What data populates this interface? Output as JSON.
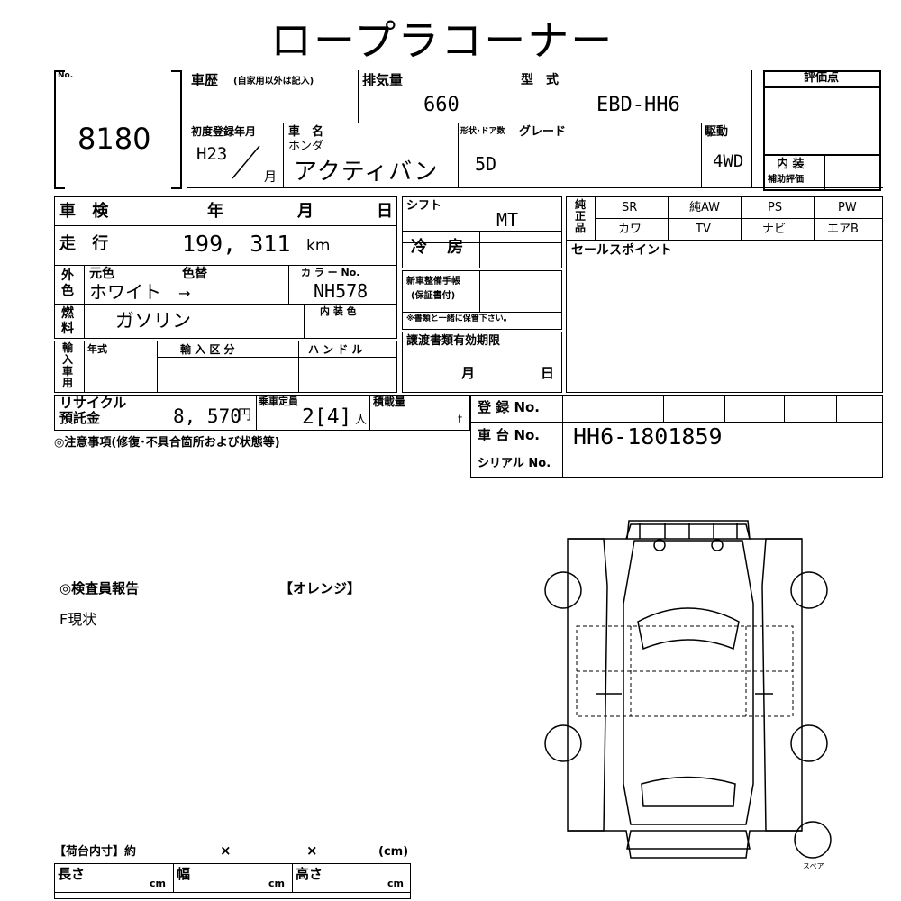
{
  "title": "ロープラコーナー",
  "lot_no_label": "No.",
  "lot_no": "8180",
  "history_label": "車歴",
  "history_note": "(自家用以外は記入)",
  "displacement_label": "排気量",
  "displacement": "660",
  "model_label": "型　式",
  "model": "EBD-HH6",
  "score_label": "評価点",
  "interior_label": "内 装",
  "aux_label": "補助評価",
  "first_reg_label": "初度登録年月",
  "first_reg_year": "H23",
  "first_reg_month_unit": "月",
  "car_name_label": "車　名",
  "maker": "ホンダ",
  "car_name": "アクティバン",
  "body_label": "形状･ドア数",
  "doors": "5D",
  "grade_label": "グレード",
  "drive_label": "駆動",
  "drive": "4WD",
  "inspection_label": "車 検",
  "year_unit": "年",
  "month_unit": "月",
  "day_unit": "日",
  "shift_label": "シフト",
  "shift": "MT",
  "genuine_label": "純正品",
  "equipment": [
    {
      "name": "SR",
      "value": "カワ"
    },
    {
      "name": "純AW",
      "value": "TV"
    },
    {
      "name": "PS",
      "value": "ナビ"
    },
    {
      "name": "PW",
      "value": "エアB"
    }
  ],
  "mileage_label": "走 行",
  "mileage": "199, 311",
  "mileage_unit": "km",
  "ac_label": "冷 房",
  "sales_point_label": "セールスポイント",
  "color_side_label": "外色",
  "orig_color_label": "元色",
  "repaint_label": "色替",
  "orig_color": "ホワイト",
  "repaint_arrow": "→",
  "color_no_label": "カ ラ ー No.",
  "color_no": "NH578",
  "manual_label": "新車整備手帳",
  "manual_sub": "(保証書付)",
  "fuel_side_label": "燃料",
  "fuel": "ガソリン",
  "interior_color_label": "内 装 色",
  "manual_note": "※書類と一緒に保管下さい。",
  "import_side_label": "輸入車用",
  "import_year_label": "年式",
  "import_type_label": "輸 入 区 分",
  "handle_label": "ハ ン ド ル",
  "docs_label": "譲渡書類有効期限",
  "recycle_label_1": "リサイクル",
  "recycle_label_2": "預託金",
  "recycle": "8, 570",
  "yen_unit": "円",
  "capacity_label": "乗車定員",
  "capacity": "2[4]",
  "person_unit": "人",
  "load_label": "積載量",
  "ton_unit": "t",
  "reg_no_label": "登 録 No.",
  "chassis_label": "車 台 No.",
  "chassis": "HH6-1801859",
  "serial_label": "シリアル No.",
  "notes_label": "◎注意事項(修復･不具合箇所および状態等)",
  "inspector_label": "◎検査員報告",
  "inspector_color": "【オレンジ】",
  "inspector_note": "F現状",
  "spare_label": "スペア",
  "cargo_label": "【荷台内寸】約",
  "cargo_x1": "×",
  "cargo_x2": "×",
  "cargo_unit": "(cm)",
  "length_label": "長さ",
  "width_label": "幅",
  "height_label": "高さ",
  "cm": "cm"
}
